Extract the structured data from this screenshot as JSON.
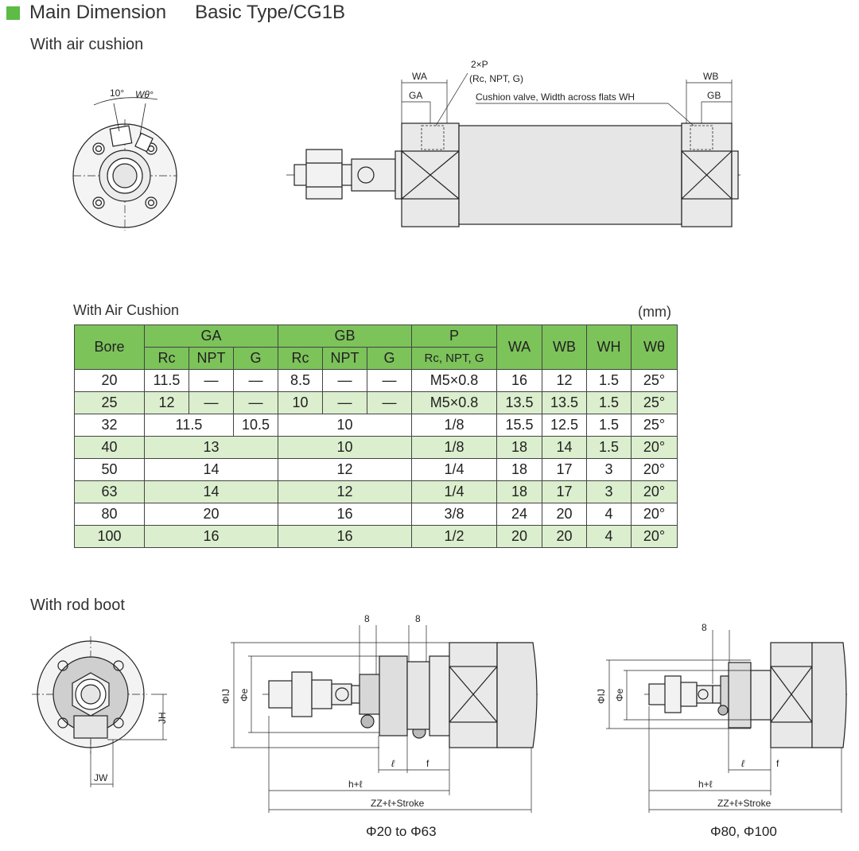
{
  "header": {
    "title": "Main Dimension",
    "subtitle": "Basic Type/CG1B",
    "accent_color": "#5dbb46"
  },
  "air_cushion_drawing": {
    "section_label": "With air cushion",
    "labels": {
      "angle_10": "10°",
      "angle_w": "Wθ°",
      "wa": "WA",
      "ga": "GA",
      "port_count": "2×P",
      "port_types": "(Rc, NPT, G)",
      "cushion_valve": "Cushion valve, Width across flats WH",
      "wb": "WB",
      "gb": "GB"
    }
  },
  "table": {
    "title": "With Air Cushion",
    "unit": "(mm)",
    "header_fill": "#7cc35a",
    "stripe_fill": "#dbeecd",
    "headers": {
      "bore": "Bore",
      "ga": "GA",
      "gb": "GB",
      "p": "P",
      "wa": "WA",
      "wb": "WB",
      "wh": "WH",
      "wtheta": "Wθ",
      "rc": "Rc",
      "npt": "NPT",
      "g": "G",
      "p_types": "Rc, NPT, G"
    },
    "rows": [
      {
        "bore": "20",
        "ga_rc": "11.5",
        "ga_npt": "—",
        "ga_g": "—",
        "gb_rc": "8.5",
        "gb_npt": "—",
        "gb_g": "—",
        "p": "M5×0.8",
        "wa": "16",
        "wb": "12",
        "wh": "1.5",
        "wtheta": "25°"
      },
      {
        "bore": "25",
        "ga_rc": "12",
        "ga_npt": "—",
        "ga_g": "—",
        "gb_rc": "10",
        "gb_npt": "—",
        "gb_g": "—",
        "p": "M5×0.8",
        "wa": "13.5",
        "wb": "13.5",
        "wh": "1.5",
        "wtheta": "25°"
      },
      {
        "bore": "32",
        "ga_rc_npt": "11.5",
        "ga_g": "10.5",
        "gb": "10",
        "p": "1/8",
        "wa": "15.5",
        "wb": "12.5",
        "wh": "1.5",
        "wtheta": "25°"
      },
      {
        "bore": "40",
        "ga": "13",
        "gb": "10",
        "p": "1/8",
        "wa": "18",
        "wb": "14",
        "wh": "1.5",
        "wtheta": "20°"
      },
      {
        "bore": "50",
        "ga": "14",
        "gb": "12",
        "p": "1/4",
        "wa": "18",
        "wb": "17",
        "wh": "3",
        "wtheta": "20°"
      },
      {
        "bore": "63",
        "ga": "14",
        "gb": "12",
        "p": "1/4",
        "wa": "18",
        "wb": "17",
        "wh": "3",
        "wtheta": "20°"
      },
      {
        "bore": "80",
        "ga": "20",
        "gb": "16",
        "p": "3/8",
        "wa": "24",
        "wb": "20",
        "wh": "4",
        "wtheta": "20°"
      },
      {
        "bore": "100",
        "ga": "16",
        "gb": "16",
        "p": "1/2",
        "wa": "20",
        "wb": "20",
        "wh": "4",
        "wtheta": "20°"
      }
    ]
  },
  "rod_boot_drawing": {
    "section_label": "With rod boot",
    "labels": {
      "jh": "JH",
      "jw": "JW",
      "dim_8": "8",
      "phi_ij": "ΦIJ",
      "phi_e": "Φe",
      "ell": "ℓ",
      "f": "f",
      "h_plus_l": "h+ℓ",
      "zz": "ZZ+ℓ+Stroke"
    },
    "caption_small": "Φ20 to Φ63",
    "caption_large": "Φ80, Φ100"
  }
}
